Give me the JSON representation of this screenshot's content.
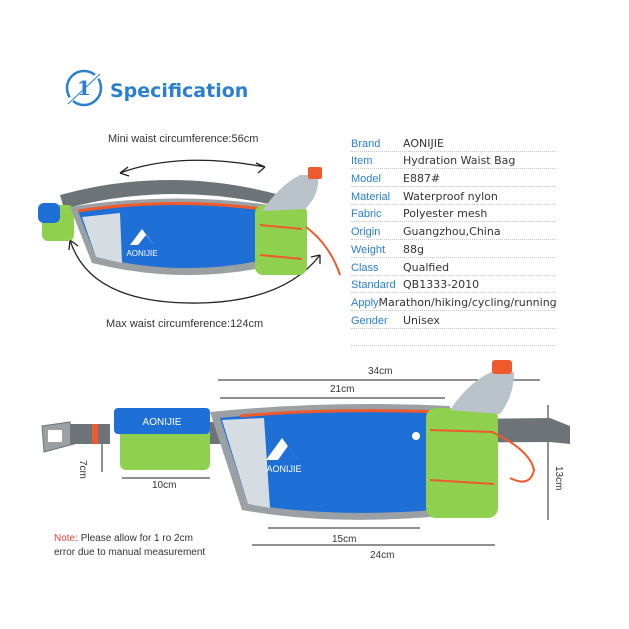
{
  "header": {
    "number": "1",
    "title": "Specification"
  },
  "top_figure": {
    "mini_label": "Mini waist circumference:56cm",
    "max_label": "Max waist circumference:124cm",
    "brand_logo_text": "AONIJIE"
  },
  "specs": [
    {
      "key": "Brand",
      "value": "AONIJIE"
    },
    {
      "key": "Item",
      "value": "Hydration Waist Bag"
    },
    {
      "key": "Model",
      "value": "E887#"
    },
    {
      "key": "Material",
      "value": "Waterproof nylon"
    },
    {
      "key": "Fabric",
      "value": "Polyester mesh"
    },
    {
      "key": "Origin",
      "value": "Guangzhou,China"
    },
    {
      "key": "Weight",
      "value": "88g"
    },
    {
      "key": "Class",
      "value": "Qualfied"
    },
    {
      "key": "Standard",
      "value": "QB1333-2010"
    },
    {
      "key": "Apply",
      "value": "Marathon/hiking/cycling/running"
    },
    {
      "key": "Gender",
      "value": "Unisex"
    },
    {
      "key": "",
      "value": ""
    }
  ],
  "dimensions": {
    "d34": "34cm",
    "d21": "21cm",
    "d7": "7cm",
    "d10": "10cm",
    "d13": "13cm",
    "d15": "15cm",
    "d24": "24cm"
  },
  "note": {
    "label": "Note:",
    "line1": "Please allow for 1 ro 2cm",
    "line2": "error due to manual measurement"
  },
  "colors": {
    "accent_blue": "#2a7fd0",
    "bag_blue": "#1e6fd6",
    "bag_green": "#8fd14f",
    "trim_orange": "#ef5a2c",
    "strap_gray": "#6d7478"
  }
}
